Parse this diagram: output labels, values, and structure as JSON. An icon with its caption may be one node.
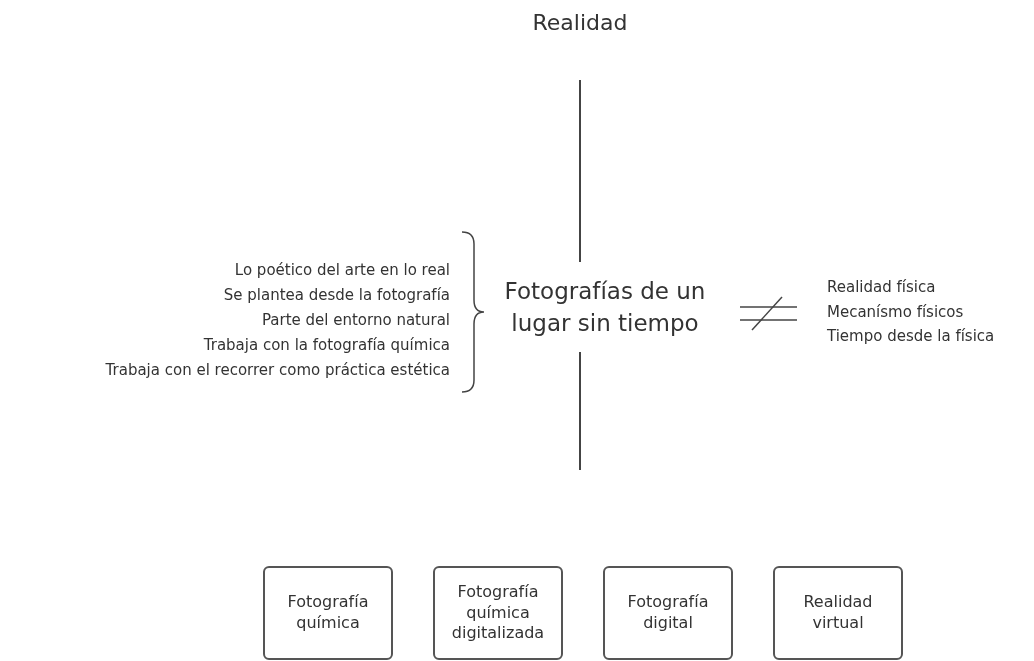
{
  "diagram": {
    "nodes": [
      {
        "text": [
          "Realidad"
        ]
      },
      {
        "text": [
          "Fotografías de un lugar sin tiempo"
        ]
      },
      {
        "text": [
          "Fotografía química"
        ]
      },
      {
        "text": [
          "Fotografía química digitalizada"
        ]
      },
      {
        "text": [
          "Fotografía digital"
        ]
      },
      {
        "text": [
          "Realidad virtual"
        ]
      }
    ],
    "edges": [
      {
        "from": 0,
        "to": 1,
        "arrow": "none"
      },
      {
        "from": 1,
        "to": null,
        "arrow": "none"
      }
    ],
    "labels": [
      "Lo poético del arte en lo real",
      "Se plantea desde la fotografía",
      "Parte del entorno natural",
      "Trabaja con la fotografía química",
      "Trabaja con el recorrer como práctica estética",
      "Realidad física",
      "Mecanísmo físicos",
      "Tiempo desde la física"
    ]
  }
}
